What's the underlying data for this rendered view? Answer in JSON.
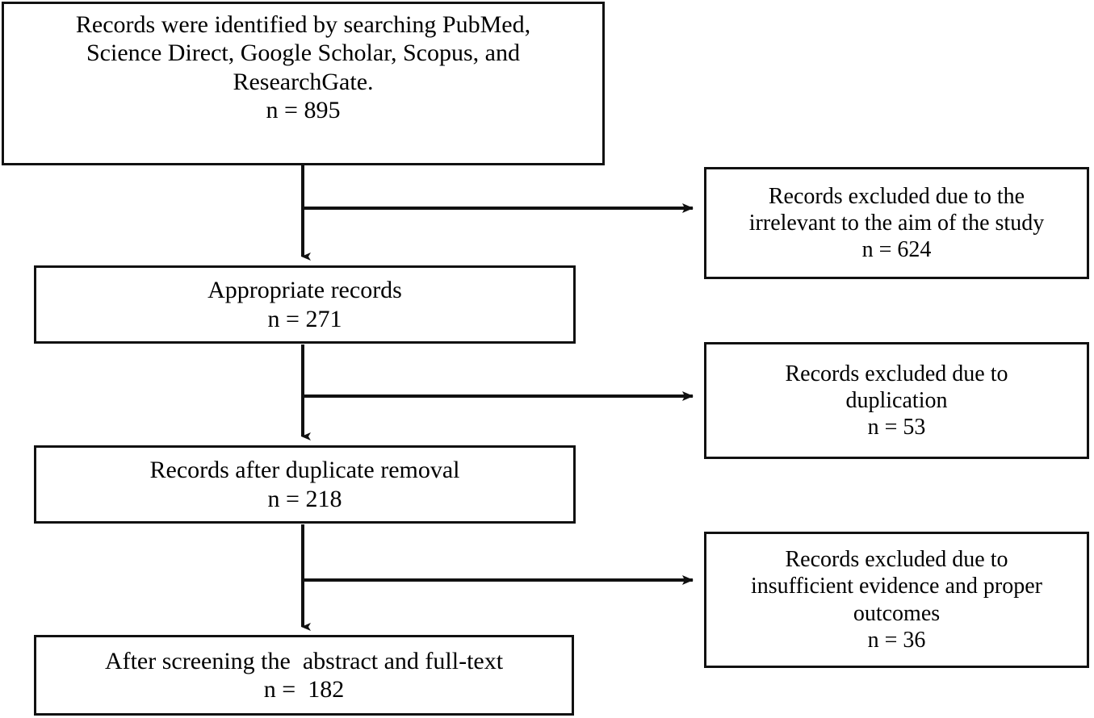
{
  "diagram": {
    "type": "prisma-flow-diagram",
    "title": "",
    "orientation": "top-to-bottom with right-side exclusion branches",
    "boxes": {
      "identified": {
        "lines": [
          "Records were identified by searching PubMed,",
          "Science Direct, Google Scholar, Scopus, and",
          "ResearchGate.",
          "n = 895"
        ],
        "count": 895
      },
      "appropriate": {
        "lines": [
          "Appropriate records",
          "n = 271"
        ],
        "count": 271
      },
      "after_duplicate_removal": {
        "lines": [
          "Records after duplicate removal",
          "n = 218"
        ],
        "count": 218
      },
      "after_screening": {
        "lines": [
          "After screening the  abstract and full-text",
          "n =  182"
        ],
        "count": 182
      },
      "excluded_irrelevant": {
        "lines": [
          "Records excluded due to the",
          "irrelevant to the aim of the study",
          "n = 624"
        ],
        "count": 624
      },
      "excluded_duplication": {
        "lines": [
          "Records excluded due to",
          "duplication",
          "n = 53"
        ],
        "count": 53
      },
      "excluded_insufficient": {
        "lines": [
          "Records excluded due to",
          "insufficient evidence and proper",
          "outcomes",
          "n = 36"
        ],
        "count": 36
      }
    },
    "connectors": [
      {
        "name": "identified-to-appropriate",
        "kind": "arrow-down"
      },
      {
        "name": "identified-to-excluded-irrelevant",
        "kind": "arrow-right"
      },
      {
        "name": "appropriate-to-after-duplicate-removal",
        "kind": "arrow-down"
      },
      {
        "name": "appropriate-to-excluded-duplication",
        "kind": "arrow-right"
      },
      {
        "name": "after-duplicate-removal-to-after-screening",
        "kind": "arrow-down"
      },
      {
        "name": "after-duplicate-removal-to-excluded-insufficient",
        "kind": "arrow-right"
      }
    ],
    "colors": {
      "stroke": "#111111",
      "fill": "#ffffff",
      "text": "#000000"
    }
  }
}
